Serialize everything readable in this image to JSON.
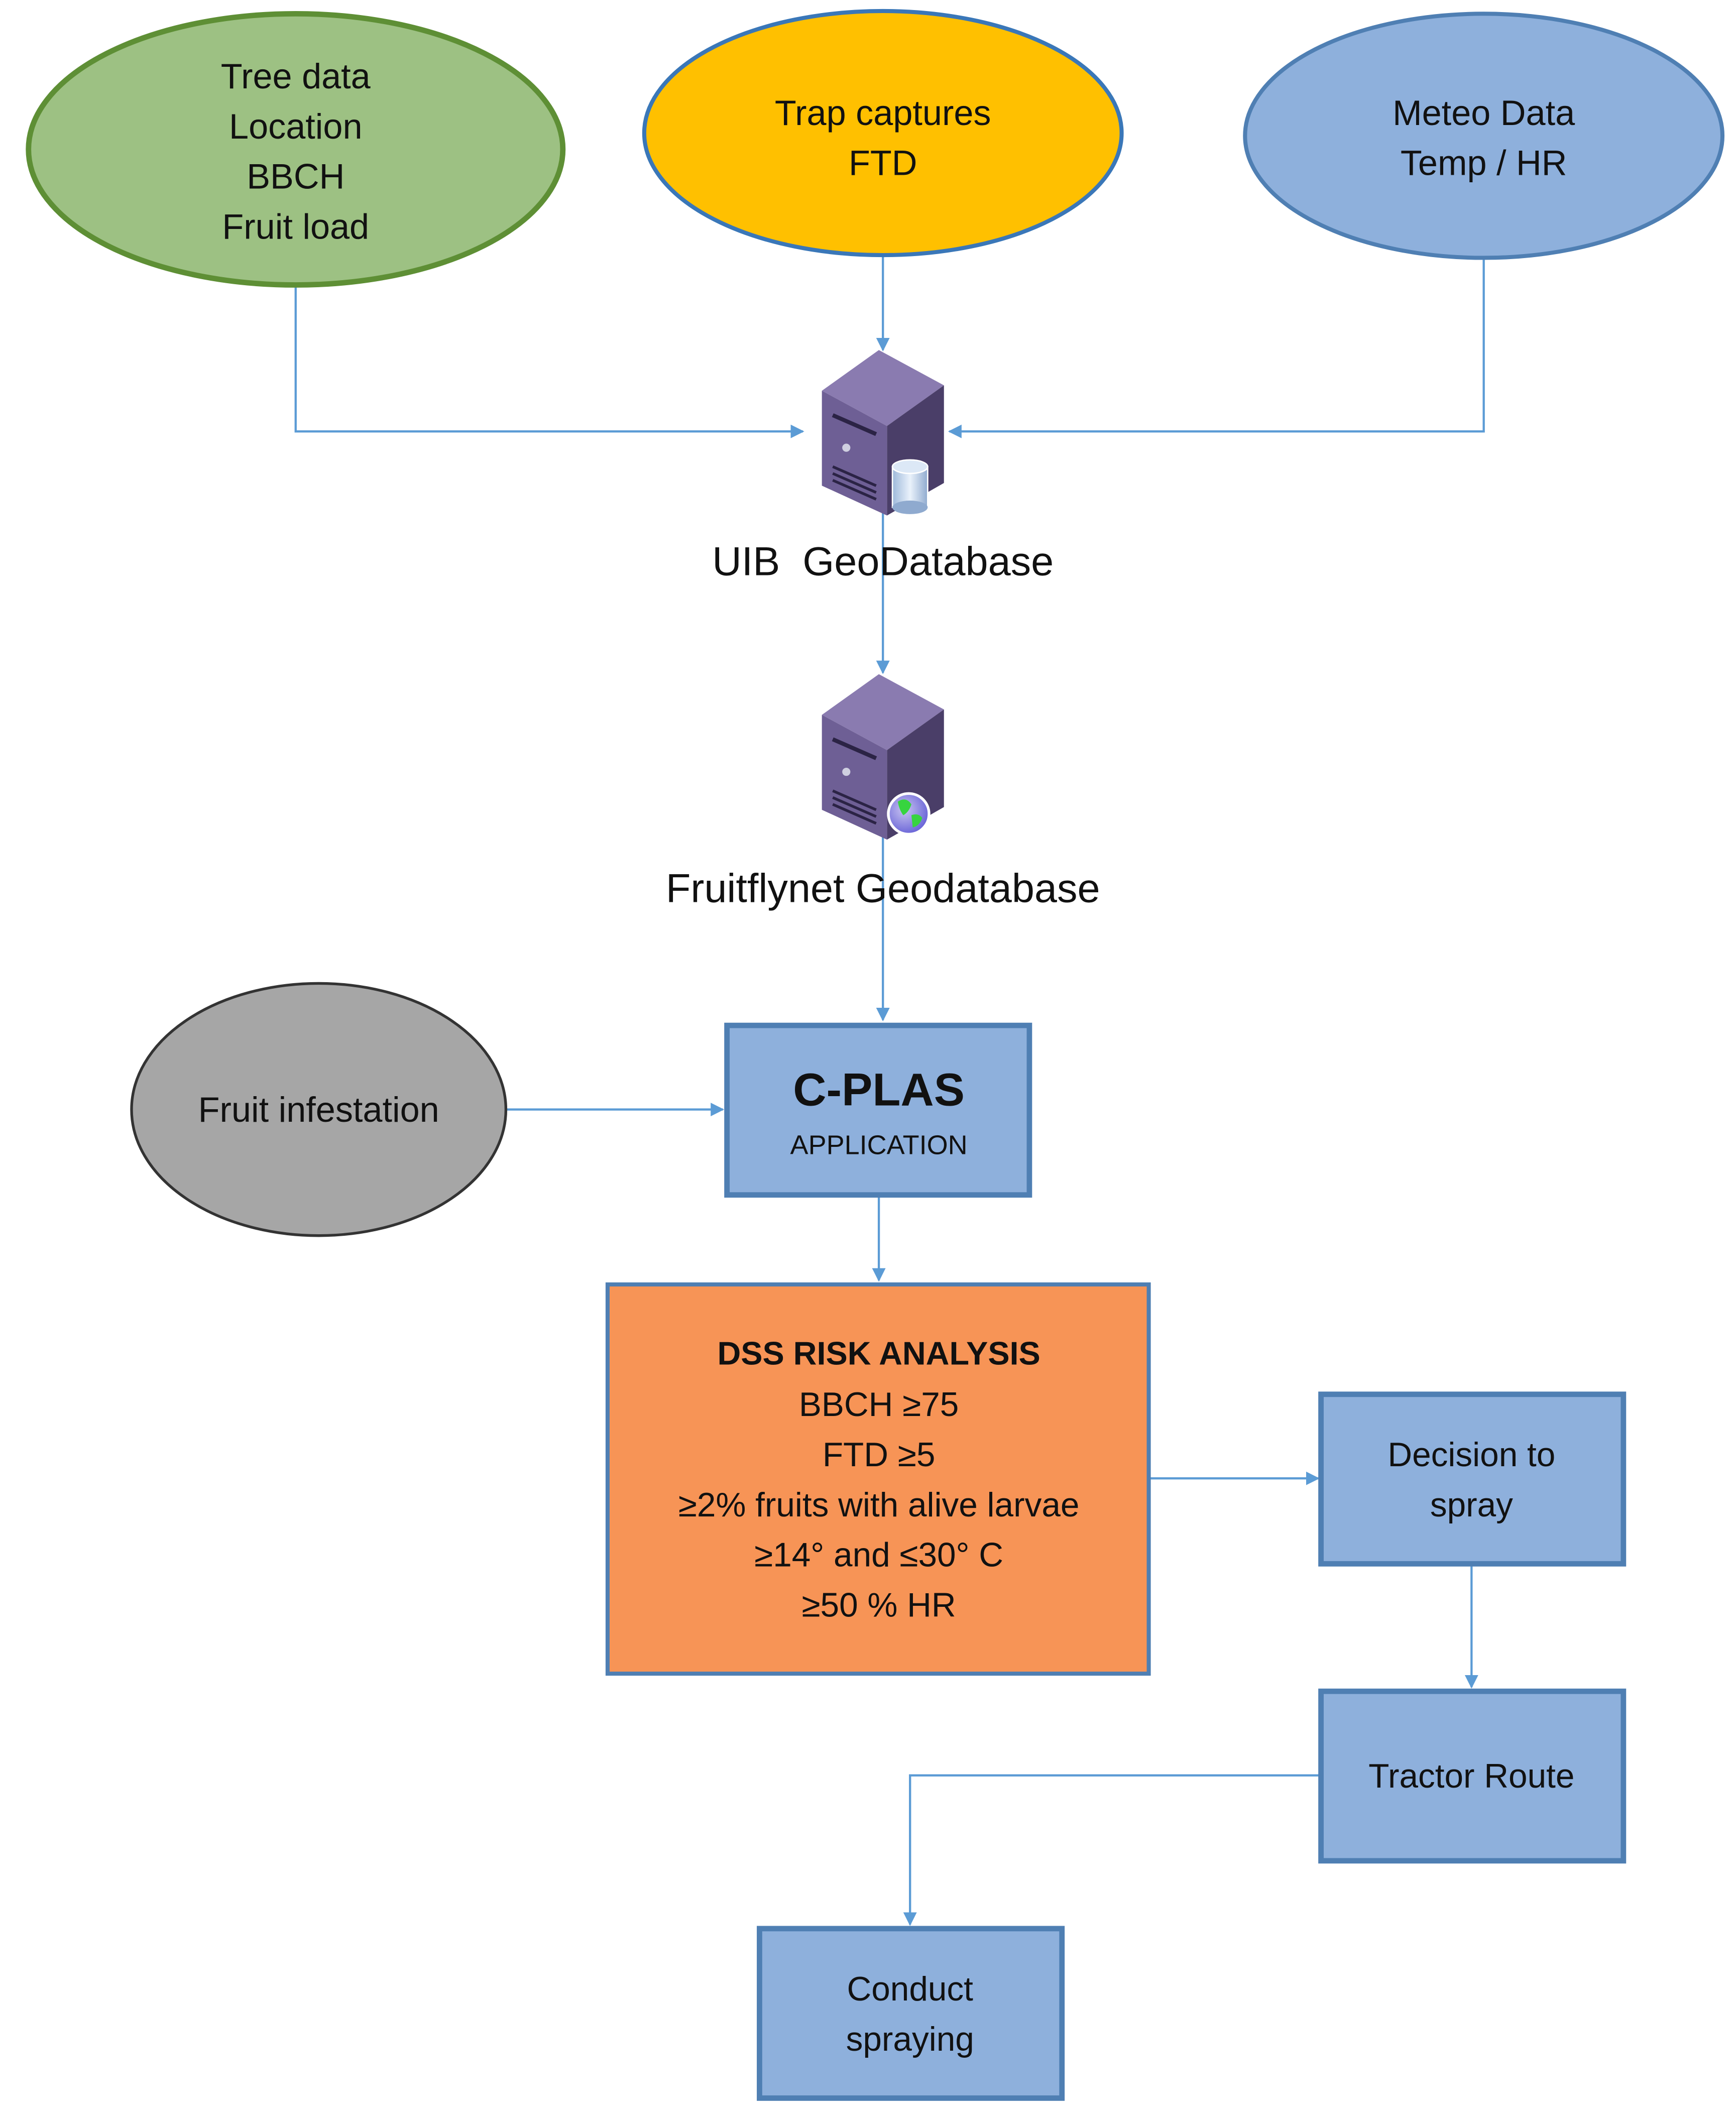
{
  "colors": {
    "green_fill": "#9DC183",
    "green_stroke": "#5E8F35",
    "yellow_fill": "#FFC000",
    "yellow_stroke": "#3A77B8",
    "blue_fill": "#8EB0DC",
    "blue_stroke": "#4F7FB3",
    "grey_fill": "#A6A6A6",
    "grey_stroke": "#333333",
    "orange_fill": "#F79456",
    "arrow": "#5B9BD5",
    "server_front": "#6E5F95",
    "server_side": "#4A3E68",
    "server_top": "#8A7BB0"
  },
  "sources": {
    "tree": {
      "lines": [
        "Tree data",
        "Location",
        "BBCH",
        "Fruit load"
      ]
    },
    "trap": {
      "lines": [
        "Trap captures",
        "FTD"
      ]
    },
    "meteo": {
      "lines": [
        "Meteo Data",
        "Temp / HR"
      ]
    }
  },
  "uib_db": {
    "label": "UIB  GeoDatabase",
    "icon": "database-server-icon"
  },
  "fruitflynet_db": {
    "label": "Fruitflynet Geodatabase",
    "icon": "web-server-globe-icon"
  },
  "infestation": {
    "label": "Fruit infestation"
  },
  "cplas": {
    "title": "C-PLAS",
    "subtitle": "APPLICATION"
  },
  "dss": {
    "title": "DSS RISK ANALYSIS",
    "lines": [
      "BBCH ≥75",
      "FTD ≥5",
      "≥2% fruits with alive larvae",
      "≥14° and ≤30° C",
      "≥50 % HR"
    ]
  },
  "decision": {
    "lines": [
      "Decision to",
      "spray"
    ]
  },
  "tractor": {
    "label": "Tractor Route"
  },
  "spraying": {
    "lines": [
      "Conduct",
      "spraying"
    ]
  }
}
